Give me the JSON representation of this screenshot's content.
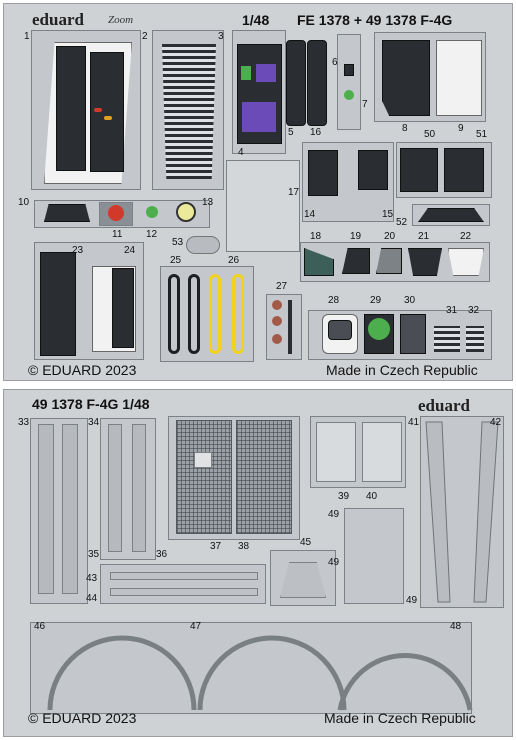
{
  "top_sheet": {
    "brand": "eduard",
    "brand_sub": "Zoom",
    "scale": "1/48",
    "code": "FE 1378 + 49 1378 F-4G",
    "copyright": "© EDUARD 2023",
    "origin": "Made in Czech Republic",
    "part_numbers": [
      "1",
      "2",
      "3",
      "4",
      "5",
      "6",
      "7",
      "8",
      "9",
      "10",
      "11",
      "12",
      "13",
      "14",
      "15",
      "16",
      "17",
      "18",
      "19",
      "20",
      "21",
      "22",
      "23",
      "24",
      "25",
      "26",
      "27",
      "28",
      "29",
      "30",
      "31",
      "32",
      "50",
      "51",
      "52",
      "53"
    ]
  },
  "bottom_sheet": {
    "code": "49 1378 F-4G 1/48",
    "brand": "eduard",
    "copyright": "© EDUARD 2023",
    "origin": "Made in Czech Republic",
    "part_numbers": [
      "33",
      "34",
      "35",
      "36",
      "37",
      "38",
      "39",
      "40",
      "41",
      "42",
      "43",
      "44",
      "45",
      "46",
      "47",
      "48",
      "49",
      "49",
      "49"
    ]
  },
  "colors": {
    "fret": "#cfd2d5",
    "panel_dark": "#2a2d31",
    "screen_green": "#4cae4c",
    "screen_purple": "#6a4bb8",
    "warning_red": "#d13a2a",
    "pedal_yellow": "#f2d21a",
    "knob_brown": "#a25a48"
  }
}
